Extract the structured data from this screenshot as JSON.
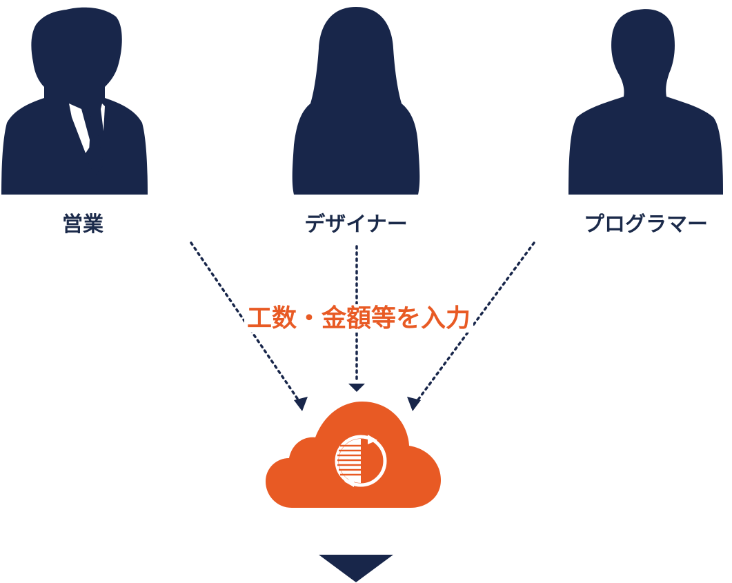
{
  "colors": {
    "silhouette": "#18264a",
    "accent": "#e85a24",
    "text_dark": "#1b2a4a",
    "background": "#ffffff"
  },
  "roles": [
    {
      "label": "営業",
      "icon": "businessman-silhouette-icon"
    },
    {
      "label": "デザイナー",
      "icon": "woman-silhouette-icon"
    },
    {
      "label": "プログラマー",
      "icon": "man-silhouette-icon"
    }
  ],
  "headline": "工数・金額等を入力",
  "center_icon": "cloud-sync-icon",
  "bottom_icon": "down-triangle-icon"
}
